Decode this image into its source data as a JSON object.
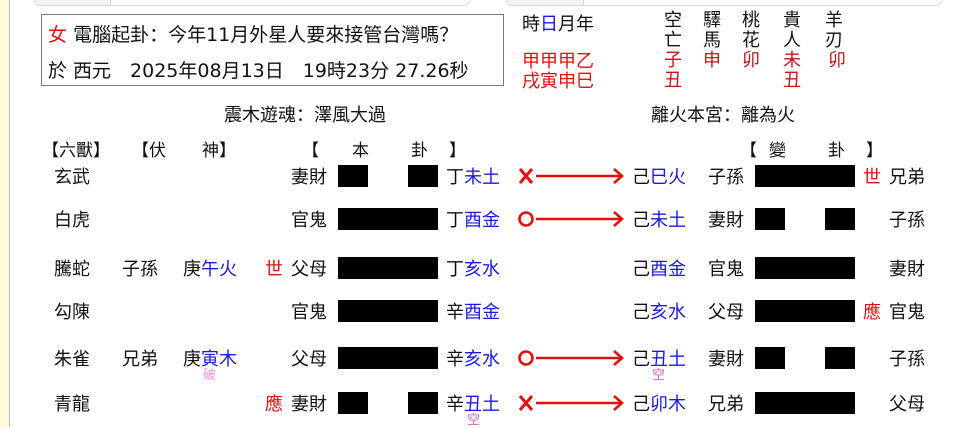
{
  "question": {
    "gender": "女",
    "title": "電腦起卦：今年11月外星人要來接管台灣嗎？",
    "date_line": "於 西元　2025年08月13日　19時23分 27.26秒"
  },
  "pillars": {
    "header_shi": "時",
    "header_ri": "日",
    "header_yue_nian": "月年",
    "stems": "甲甲甲乙",
    "branches": "戌寅申巳"
  },
  "shensha": [
    {
      "name1": "空",
      "name2": "亡",
      "value1": "子",
      "value2": "丑"
    },
    {
      "name1": "驛",
      "name2": "馬",
      "value1": "申",
      "value2": ""
    },
    {
      "name1": "桃",
      "name2": "花",
      "value1": "卯",
      "value2": ""
    },
    {
      "name1": "貴",
      "name2": "人",
      "value1": "未",
      "value2": "丑"
    },
    {
      "name1": "羊",
      "name2": "刃",
      "value1": "卯",
      "value2": ""
    }
  ],
  "palaces": {
    "original": "震木遊魂：澤風大過",
    "changed": "離火本宮：離為火"
  },
  "headers": {
    "liushou": "【六獸】",
    "fushen_open": "【伏",
    "fushen_close": "神】",
    "bengua_open": "【",
    "bengua_ben": "本",
    "bengua_gua": "卦",
    "bengua_close": "】",
    "biangua_open": "【",
    "biangua_bian": "變",
    "biangua_gua": "卦",
    "biangua_close": "】"
  },
  "lines": [
    {
      "beast": "玄武",
      "fu_rel": "",
      "fu_stem": "",
      "fu_branch": "",
      "fu_mark": "",
      "mark_left": "",
      "rel": "妻財",
      "yin": true,
      "stem": "丁",
      "branch": "未土",
      "branch_note": "",
      "move": "×",
      "c_stem": "己",
      "c_branch": "巳火",
      "c_note": "",
      "c_rel": "子孫",
      "c_yin": false,
      "c_mark": "世",
      "fu_right": "兄弟"
    },
    {
      "beast": "白虎",
      "fu_rel": "",
      "fu_stem": "",
      "fu_branch": "",
      "fu_mark": "",
      "mark_left": "",
      "rel": "官鬼",
      "yin": false,
      "stem": "丁",
      "branch": "酉金",
      "branch_note": "",
      "move": "○",
      "c_stem": "己",
      "c_branch": "未土",
      "c_note": "",
      "c_rel": "妻財",
      "c_yin": true,
      "c_mark": "",
      "fu_right": "子孫"
    },
    {
      "beast": "騰蛇",
      "fu_rel": "子孫",
      "fu_stem": "庚",
      "fu_branch": "午火",
      "fu_mark": "",
      "mark_left": "世",
      "rel": "父母",
      "yin": false,
      "stem": "丁",
      "branch": "亥水",
      "branch_note": "",
      "move": "",
      "c_stem": "己",
      "c_branch": "酉金",
      "c_note": "",
      "c_rel": "官鬼",
      "c_yin": false,
      "c_mark": "",
      "fu_right": "妻財"
    },
    {
      "beast": "勾陳",
      "fu_rel": "",
      "fu_stem": "",
      "fu_branch": "",
      "fu_mark": "",
      "mark_left": "",
      "rel": "官鬼",
      "yin": false,
      "stem": "辛",
      "branch": "酉金",
      "branch_note": "",
      "move": "",
      "c_stem": "己",
      "c_branch": "亥水",
      "c_note": "",
      "c_rel": "父母",
      "c_yin": false,
      "c_mark": "應",
      "fu_right": "官鬼"
    },
    {
      "beast": "朱雀",
      "fu_rel": "兄弟",
      "fu_stem": "庚",
      "fu_branch": "寅木",
      "fu_mark": "破",
      "mark_left": "",
      "rel": "父母",
      "yin": false,
      "stem": "辛",
      "branch": "亥水",
      "branch_note": "",
      "move": "○",
      "c_stem": "己",
      "c_branch": "丑土",
      "c_note": "空",
      "c_rel": "妻財",
      "c_yin": true,
      "c_mark": "",
      "fu_right": "子孫"
    },
    {
      "beast": "青龍",
      "fu_rel": "",
      "fu_stem": "",
      "fu_branch": "",
      "fu_mark": "",
      "mark_left": "應",
      "rel": "妻財",
      "yin": true,
      "stem": "辛",
      "branch": "丑土",
      "branch_note": "空",
      "move": "×",
      "c_stem": "己",
      "c_branch": "卯木",
      "c_note": "",
      "c_rel": "兄弟",
      "c_yin": false,
      "c_mark": "",
      "fu_right": "父母"
    }
  ],
  "colors": {
    "red": "#e01010",
    "dark_red": "#c01818",
    "blue": "#1a1adf",
    "pink": "#e060c0",
    "bar": "#000000",
    "left_strip": "#fffbd8"
  }
}
